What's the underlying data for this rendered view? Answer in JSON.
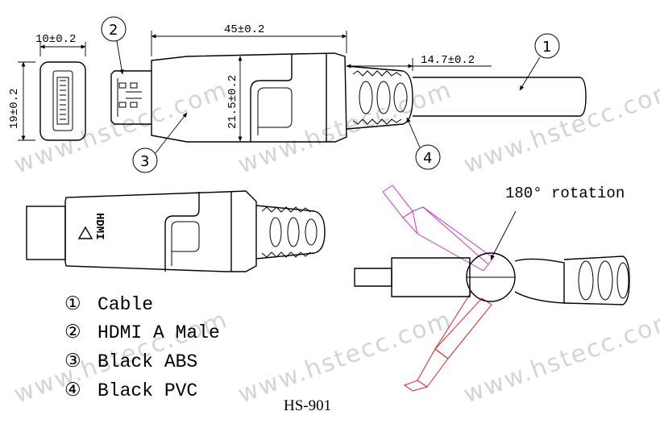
{
  "watermark": "www.hstecc.com",
  "dimensions": {
    "end_width": "10±0.2",
    "end_height": "19±0.2",
    "body_length": "45±0.2",
    "body_height": "21.5±0.2",
    "strain_relief_length": "14.7±0.2"
  },
  "callouts": {
    "cable": "1",
    "hdmi": "2",
    "abs": "3",
    "pvc": "4"
  },
  "body_marking": "HDMI",
  "rotation_label": "180° rotation",
  "legend": [
    {
      "num": "①",
      "text": "Cable"
    },
    {
      "num": "②",
      "text": "HDMI A Male"
    },
    {
      "num": "③",
      "text": "Black ABS"
    },
    {
      "num": "④",
      "text": "Black PVC"
    }
  ],
  "model": "HS-901",
  "colors": {
    "outline": "#000000",
    "rotated_up": "#cc33cc",
    "rotated_down": "#dd2222",
    "watermark": "#d4d4d4"
  }
}
